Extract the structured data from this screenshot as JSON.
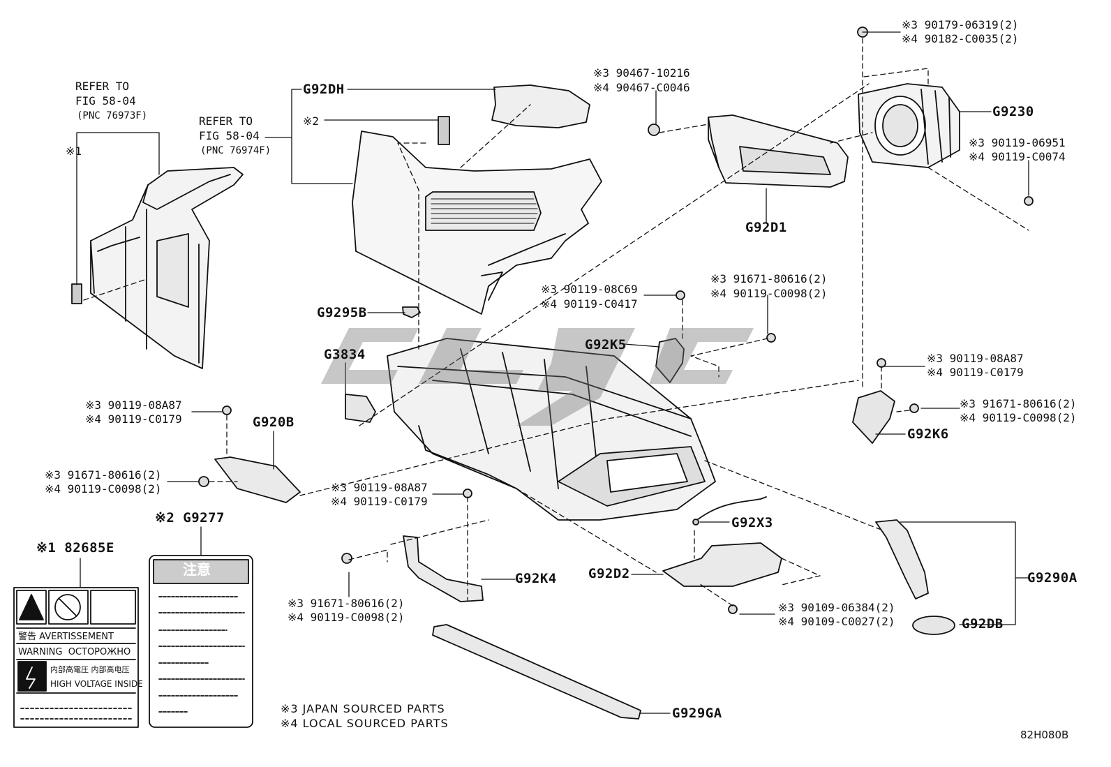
{
  "refer_upper": {
    "line1": "REFER TO",
    "line2": "FIG 58-04",
    "line3": "(PNC 76973F)"
  },
  "refer_lower": {
    "line1": "REFER TO",
    "line2": "FIG 58-04",
    "line3": "(PNC 76974F)"
  },
  "mark1": "※1",
  "mark2": "※2",
  "parts": {
    "g92dh": "G92DH",
    "g9230": "G9230",
    "g92d1": "G92D1",
    "g9295b": "G9295B",
    "g3834": "G3834",
    "g92k5": "G92K5",
    "g920b": "G920B",
    "g92k6": "G92K6",
    "g92x3": "G92X3",
    "g92d2": "G92D2",
    "g92k4": "G92K4",
    "g9290a": "G9290A",
    "g92db": "G92DB",
    "g929ga": "G929GA",
    "g9277": "※2 G9277",
    "l82685e": "※1 82685E"
  },
  "fasteners": {
    "f_top_right": {
      "jp": "※3 90179-06319(2)",
      "local": "※4 90182-C0035(2)"
    },
    "f_center_top": {
      "jp": "※3 90467-10216",
      "local": "※4 90467-C0046"
    },
    "f_right_mid": {
      "jp": "※3 90119-06951",
      "local": "※4 90119-C0074"
    },
    "f_k5_a": {
      "jp": "※3 90119-08C69",
      "local": "※4 90119-C0417"
    },
    "f_k5_b": {
      "jp": "※3 91671-80616(2)",
      "local": "※4 90119-C0098(2)"
    },
    "f_k6_a": {
      "jp": "※3 90119-08A87",
      "local": "※4 90119-C0179"
    },
    "f_k6_b": {
      "jp": "※3 91671-80616(2)",
      "local": "※4 90119-C0098(2)"
    },
    "f_left_a": {
      "jp": "※3 90119-08A87",
      "local": "※4 90119-C0179"
    },
    "f_left_b": {
      "jp": "※3 91671-80616(2)",
      "local": "※4 90119-C0098(2)"
    },
    "f_center_b": {
      "jp": "※3 90119-08A87",
      "local": "※4 90119-C0179"
    },
    "f_k4": {
      "jp": "※3 91671-80616(2)",
      "local": "※4 90119-C0098(2)"
    },
    "f_d2": {
      "jp": "※3 90109-06384(2)",
      "local": "※4 90109-C0027(2)"
    }
  },
  "warning_label": {
    "row1": "警告 AVERTISSEMENT",
    "row2": "WARNING  OCTOPOЖHO",
    "row3a": "内部高電圧 内部高电压",
    "row3b": "HIGH VOLTAGE INSIDE"
  },
  "caution_label": {
    "title": "注意"
  },
  "notes": {
    "n3": "※3 JAPAN SOURCED PARTS",
    "n4": "※4 LOCAL SOURCED PARTS"
  },
  "diagram_code": "82H080B"
}
